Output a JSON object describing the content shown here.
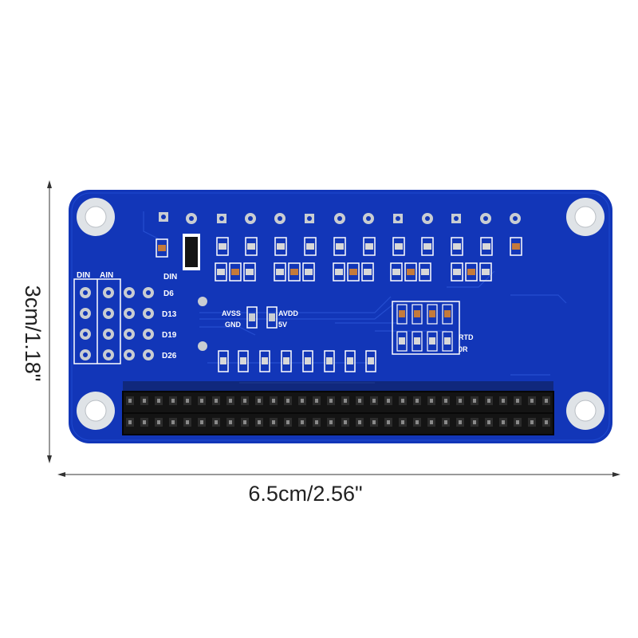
{
  "dimensions": {
    "height_label": "3cm/1.18\"",
    "width_label": "6.5cm/2.56\""
  },
  "board": {
    "color": "#1236b8",
    "silkscreen_color": "#ffffff",
    "header_color": "#1a1a1a",
    "pad_color": "#c9cdd2",
    "labels": {
      "din": "DIN",
      "ain": "AIN",
      "din_right": "DIN",
      "d6": "D6",
      "d13": "D13",
      "d19": "D19",
      "d26": "D26",
      "avss": "AVSS",
      "gnd": "GND",
      "avdd": "AVDD",
      "v5": "5V",
      "rtd": "RTD",
      "or": "0R"
    }
  }
}
